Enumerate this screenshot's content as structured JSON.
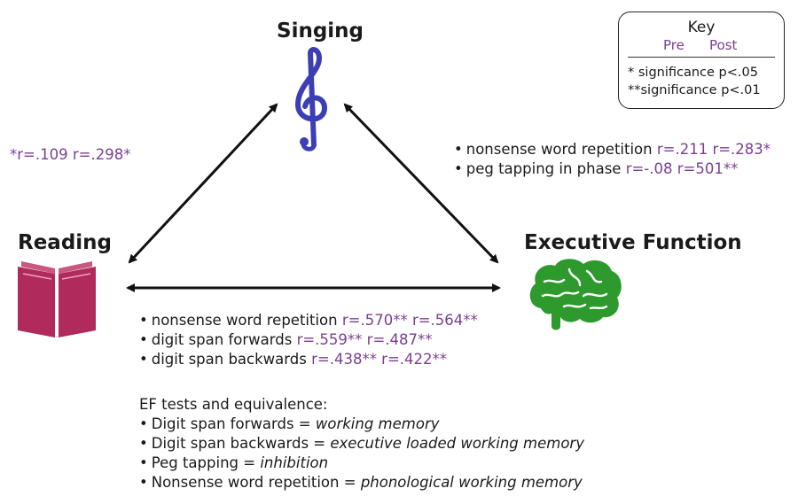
{
  "nodes": {
    "singing": "Singing",
    "reading": "Reading",
    "executive": "Executive Function"
  },
  "icons": {
    "singing": "treble-clef-icon",
    "reading": "book-icon",
    "executive": "brain-icon"
  },
  "colors": {
    "stats": "#7b3f91",
    "clef": "#3b3fb3",
    "book": "#b02a5b",
    "brain": "#2e9a2e"
  },
  "key": {
    "title": "Key",
    "pre": "Pre",
    "post": "Post",
    "line1": "*  significance p<.05",
    "line2": "**significance p<.01"
  },
  "singing_reading": {
    "stats": "*r=.109 r=.298*"
  },
  "singing_ef": {
    "items": [
      {
        "label": "nonsense word repetition",
        "stats": "r=.211 r=.283*"
      },
      {
        "label": "peg tapping in phase",
        "stats": "r=-.08 r=501**"
      }
    ]
  },
  "reading_ef": {
    "items": [
      {
        "label": "nonsense word repetition",
        "stats": "r=.570** r=.564**"
      },
      {
        "label": "digit span forwards",
        "stats": "r=.559** r=.487**"
      },
      {
        "label": "digit span backwards",
        "stats": "r=.438** r=.422**"
      }
    ]
  },
  "ef_tests": {
    "heading": "EF tests and equivalence:",
    "items": [
      {
        "test": "Digit span forwards = ",
        "meaning": "working memory"
      },
      {
        "test": "Digit span backwards = ",
        "meaning": "executive loaded working memory"
      },
      {
        "test": "Peg tapping = ",
        "meaning": "inhibition"
      },
      {
        "test": "Nonsense word repetition = ",
        "meaning": "phonological working memory"
      }
    ]
  }
}
